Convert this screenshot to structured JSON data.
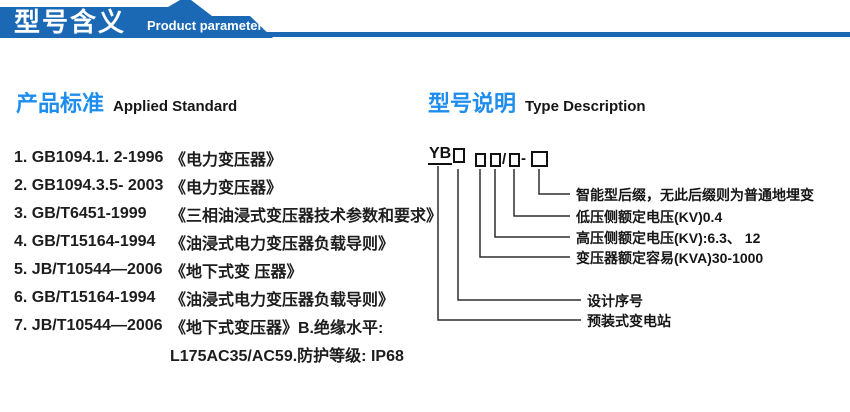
{
  "header": {
    "title_zh": "型号含义",
    "title_en": "Product parameters"
  },
  "applied_standard": {
    "heading_zh": "产品标准",
    "heading_en": "Applied Standard",
    "items": [
      {
        "code": "1. GB1094.1. 2-1996",
        "title": "《电力变压器》"
      },
      {
        "code": "2. GB1094.3.5- 2003",
        "title": "《电力变压器》"
      },
      {
        "code": "3. GB/T6451-1999",
        "title": "《三相油浸式变压器技术参数和要求》"
      },
      {
        "code": "4. GB/T15164-1994",
        "title": "《油浸式电力变压器负载导则》"
      },
      {
        "code": "5. JB/T10544—2006",
        "title": "《地下式变 压器》"
      },
      {
        "code": "6. GB/T15164-1994",
        "title": "《油浸式电力变压器负载导则》"
      },
      {
        "code": "7. JB/T10544—2006",
        "title": "《地下式变压器》B.绝缘水平:"
      },
      {
        "code": "",
        "title": "L175AC35/AC59.防护等级: IP68"
      }
    ]
  },
  "type_description": {
    "heading_zh": "型号说明",
    "heading_en": "Type Description",
    "code": {
      "prefix": "YB",
      "slash": "/",
      "dash": "-"
    },
    "labels": [
      "智能型后缀，无此后缀则为普通地埋变",
      "低压侧额定电压(KV)0.4",
      "高压侧额定电压(KV):6.3、 12",
      "变压器额定容易(KVA)30-1000",
      "设计序号",
      "预装式变电站"
    ]
  },
  "colors": {
    "banner_blue": "#1b69b4",
    "heading_blue": "#1e8ded",
    "text_dark": "#1d1d1d",
    "line_dark": "#2e2e2e"
  }
}
